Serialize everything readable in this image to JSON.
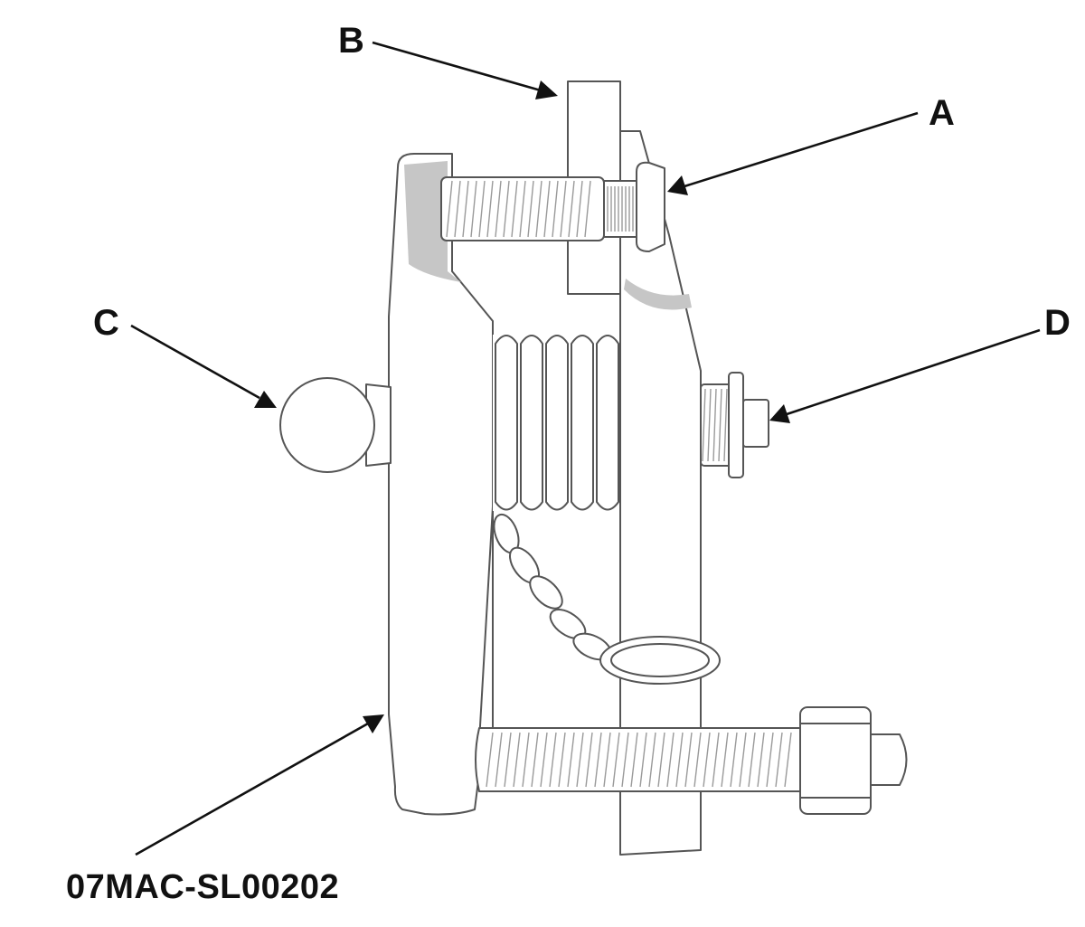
{
  "callouts": {
    "a": "A",
    "b": "B",
    "c": "C",
    "d": "D"
  },
  "tool_part_number": "07MAC-SL00202",
  "colors": {
    "line": "#555555",
    "shade": "#c6c6c6",
    "leader": "#111111",
    "background": "#ffffff"
  }
}
